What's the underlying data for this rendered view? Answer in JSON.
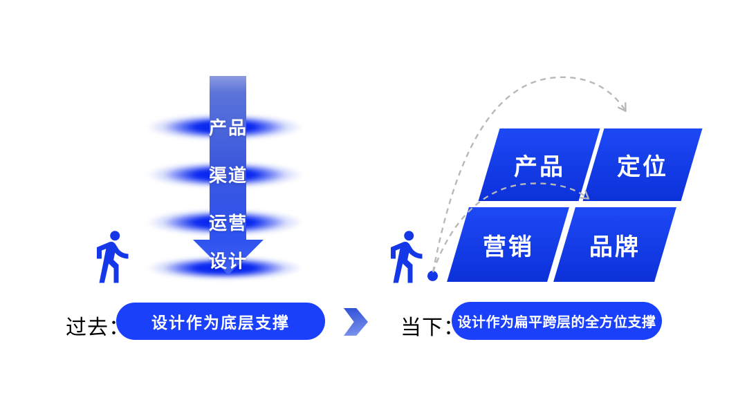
{
  "comparison": {
    "left": {
      "era_label": "过去：",
      "caption": "设计作为底层支撑",
      "funnel_layers": [
        "产品",
        "渠道",
        "运营",
        "设计"
      ]
    },
    "right": {
      "era_label": "当下：",
      "caption": "设计作为扁平跨层的全方位支撑",
      "tiles": [
        "产品",
        "定位",
        "营销",
        "品牌"
      ]
    }
  },
  "icons": {
    "left_person": "walking-person-icon",
    "right_person": "walking-person-icon",
    "transition_arrow": "chevron-right-icon",
    "flow_arrows": "dashed-arc-arrow-icons"
  },
  "colors": {
    "pill_blue": "#1b40fa",
    "tile_blue_top": "#1d49f5",
    "tile_blue_bottom": "#0c31d9",
    "funnel_arrow_top": "#8d9ae0",
    "funnel_arrow_bottom": "#2d53f0",
    "halo_blue": "#0927f0",
    "person_blue": "#1437e8",
    "dashed_gray": "#b8b8b8",
    "text_white": "#ffffff",
    "label_black": "#000000"
  }
}
